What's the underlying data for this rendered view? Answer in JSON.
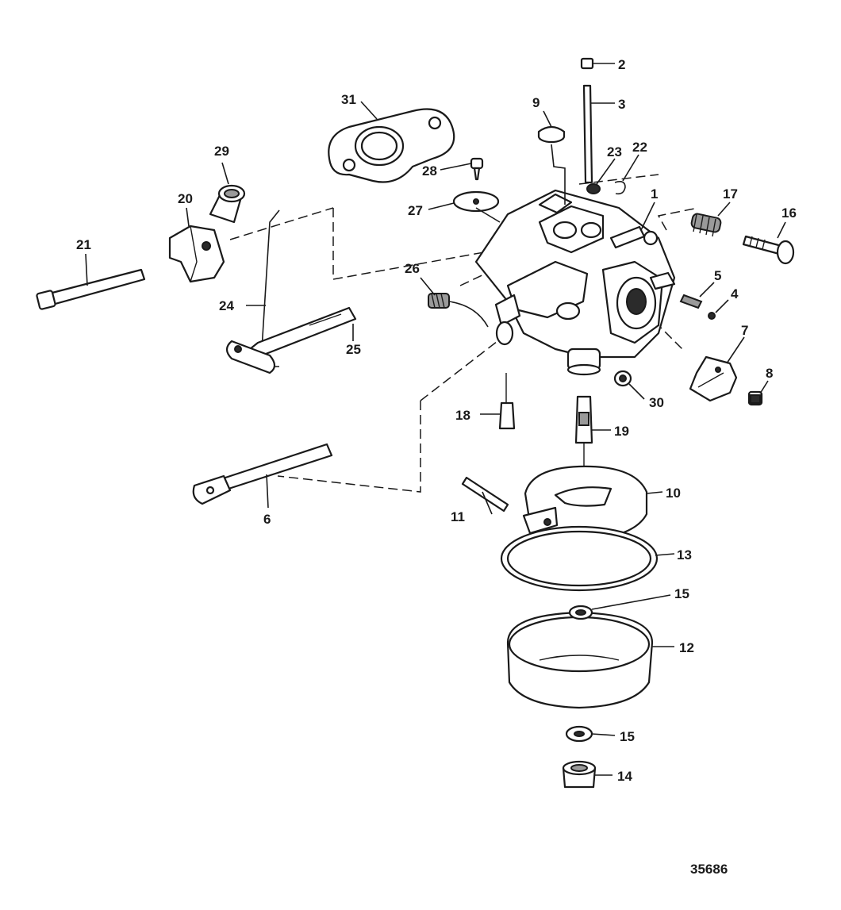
{
  "diagram_number": "35686",
  "callouts": {
    "c1": "1",
    "c2": "2",
    "c3": "3",
    "c4": "4",
    "c5": "5",
    "c6": "6",
    "c7": "7",
    "c8": "8",
    "c9": "9",
    "c10": "10",
    "c11": "11",
    "c12": "12",
    "c13": "13",
    "c14": "14",
    "c15a": "15",
    "c15b": "15",
    "c16": "16",
    "c17": "17",
    "c18": "18",
    "c19": "19",
    "c20": "20",
    "c21": "21",
    "c22": "22",
    "c23": "23",
    "c24": "24",
    "c25": "25",
    "c26": "26",
    "c27": "27",
    "c28": "28",
    "c29": "29",
    "c30": "30",
    "c31": "31"
  },
  "colors": {
    "ink": "#1a1a1a",
    "background": "#ffffff"
  }
}
